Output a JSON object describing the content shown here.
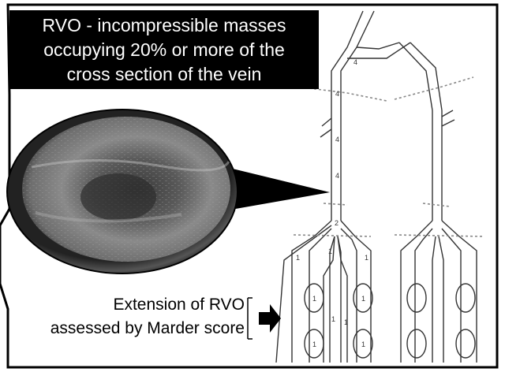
{
  "title": {
    "lines": [
      "RVO - incompressible masses",
      "occupying 20% or more of the",
      "cross section of the vein"
    ]
  },
  "caption": {
    "lines": [
      "Extension of RVO",
      "assessed by Marder score"
    ]
  },
  "diagram": {
    "score_labels": [
      "4",
      "4",
      "4",
      "4",
      "2",
      "1",
      "1",
      "1",
      "1",
      "1",
      "1",
      "1",
      "1",
      "1"
    ]
  },
  "colors": {
    "frame": "#000000",
    "title_background": "#000000",
    "title_text": "#ffffff",
    "vein_lines": "#333333",
    "dotted_guides": "#888888"
  }
}
